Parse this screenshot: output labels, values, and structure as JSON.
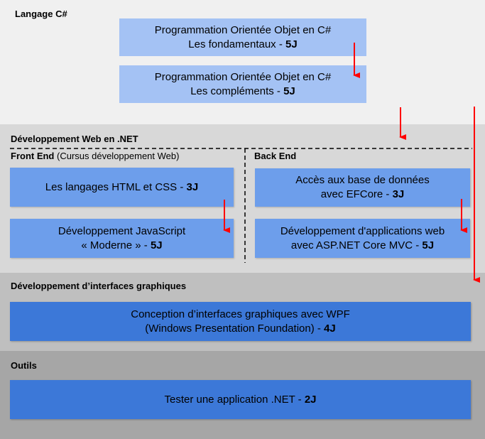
{
  "sections": {
    "csharp": {
      "title": "Langage C#",
      "boxes": [
        {
          "line1": "Programmation Orientée Objet en C#",
          "line2": "Les fondamentaux - ",
          "duration": "5J"
        },
        {
          "line1": "Programmation Orientée Objet en C#",
          "line2": "Les compléments - ",
          "duration": "5J"
        }
      ]
    },
    "web": {
      "title": "Développement Web en .NET",
      "front": {
        "title": "Front End",
        "subtitle": " (Cursus développement Web)",
        "boxes": [
          {
            "line1": "Les langages HTML et CSS - ",
            "duration": "3J"
          },
          {
            "line1": "Développement JavaScript",
            "line2": "« Moderne » - ",
            "duration": "5J"
          }
        ]
      },
      "back": {
        "title": "Back End",
        "boxes": [
          {
            "line1": "Accès aux base de données",
            "line2": "avec EFCore - ",
            "duration": "3J"
          },
          {
            "line1": "Développement d'applications web",
            "line2": "avec ASP.NET Core MVC - ",
            "duration": "5J"
          }
        ]
      }
    },
    "gui": {
      "title": "Développement d’interfaces graphiques",
      "boxes": [
        {
          "line1": "Conception d’interfaces graphiques avec WPF",
          "line2": "(Windows Presentation Foundation) - ",
          "duration": "4J"
        }
      ]
    },
    "tools": {
      "title": "Outils",
      "boxes": [
        {
          "line1": "Tester une application .NET - ",
          "duration": "2J"
        }
      ]
    }
  },
  "colors": {
    "arrow": "#ff0000",
    "box_light": "#a4c2f4",
    "box_mid": "#6d9eeb",
    "box_dark": "#3c78d8"
  }
}
